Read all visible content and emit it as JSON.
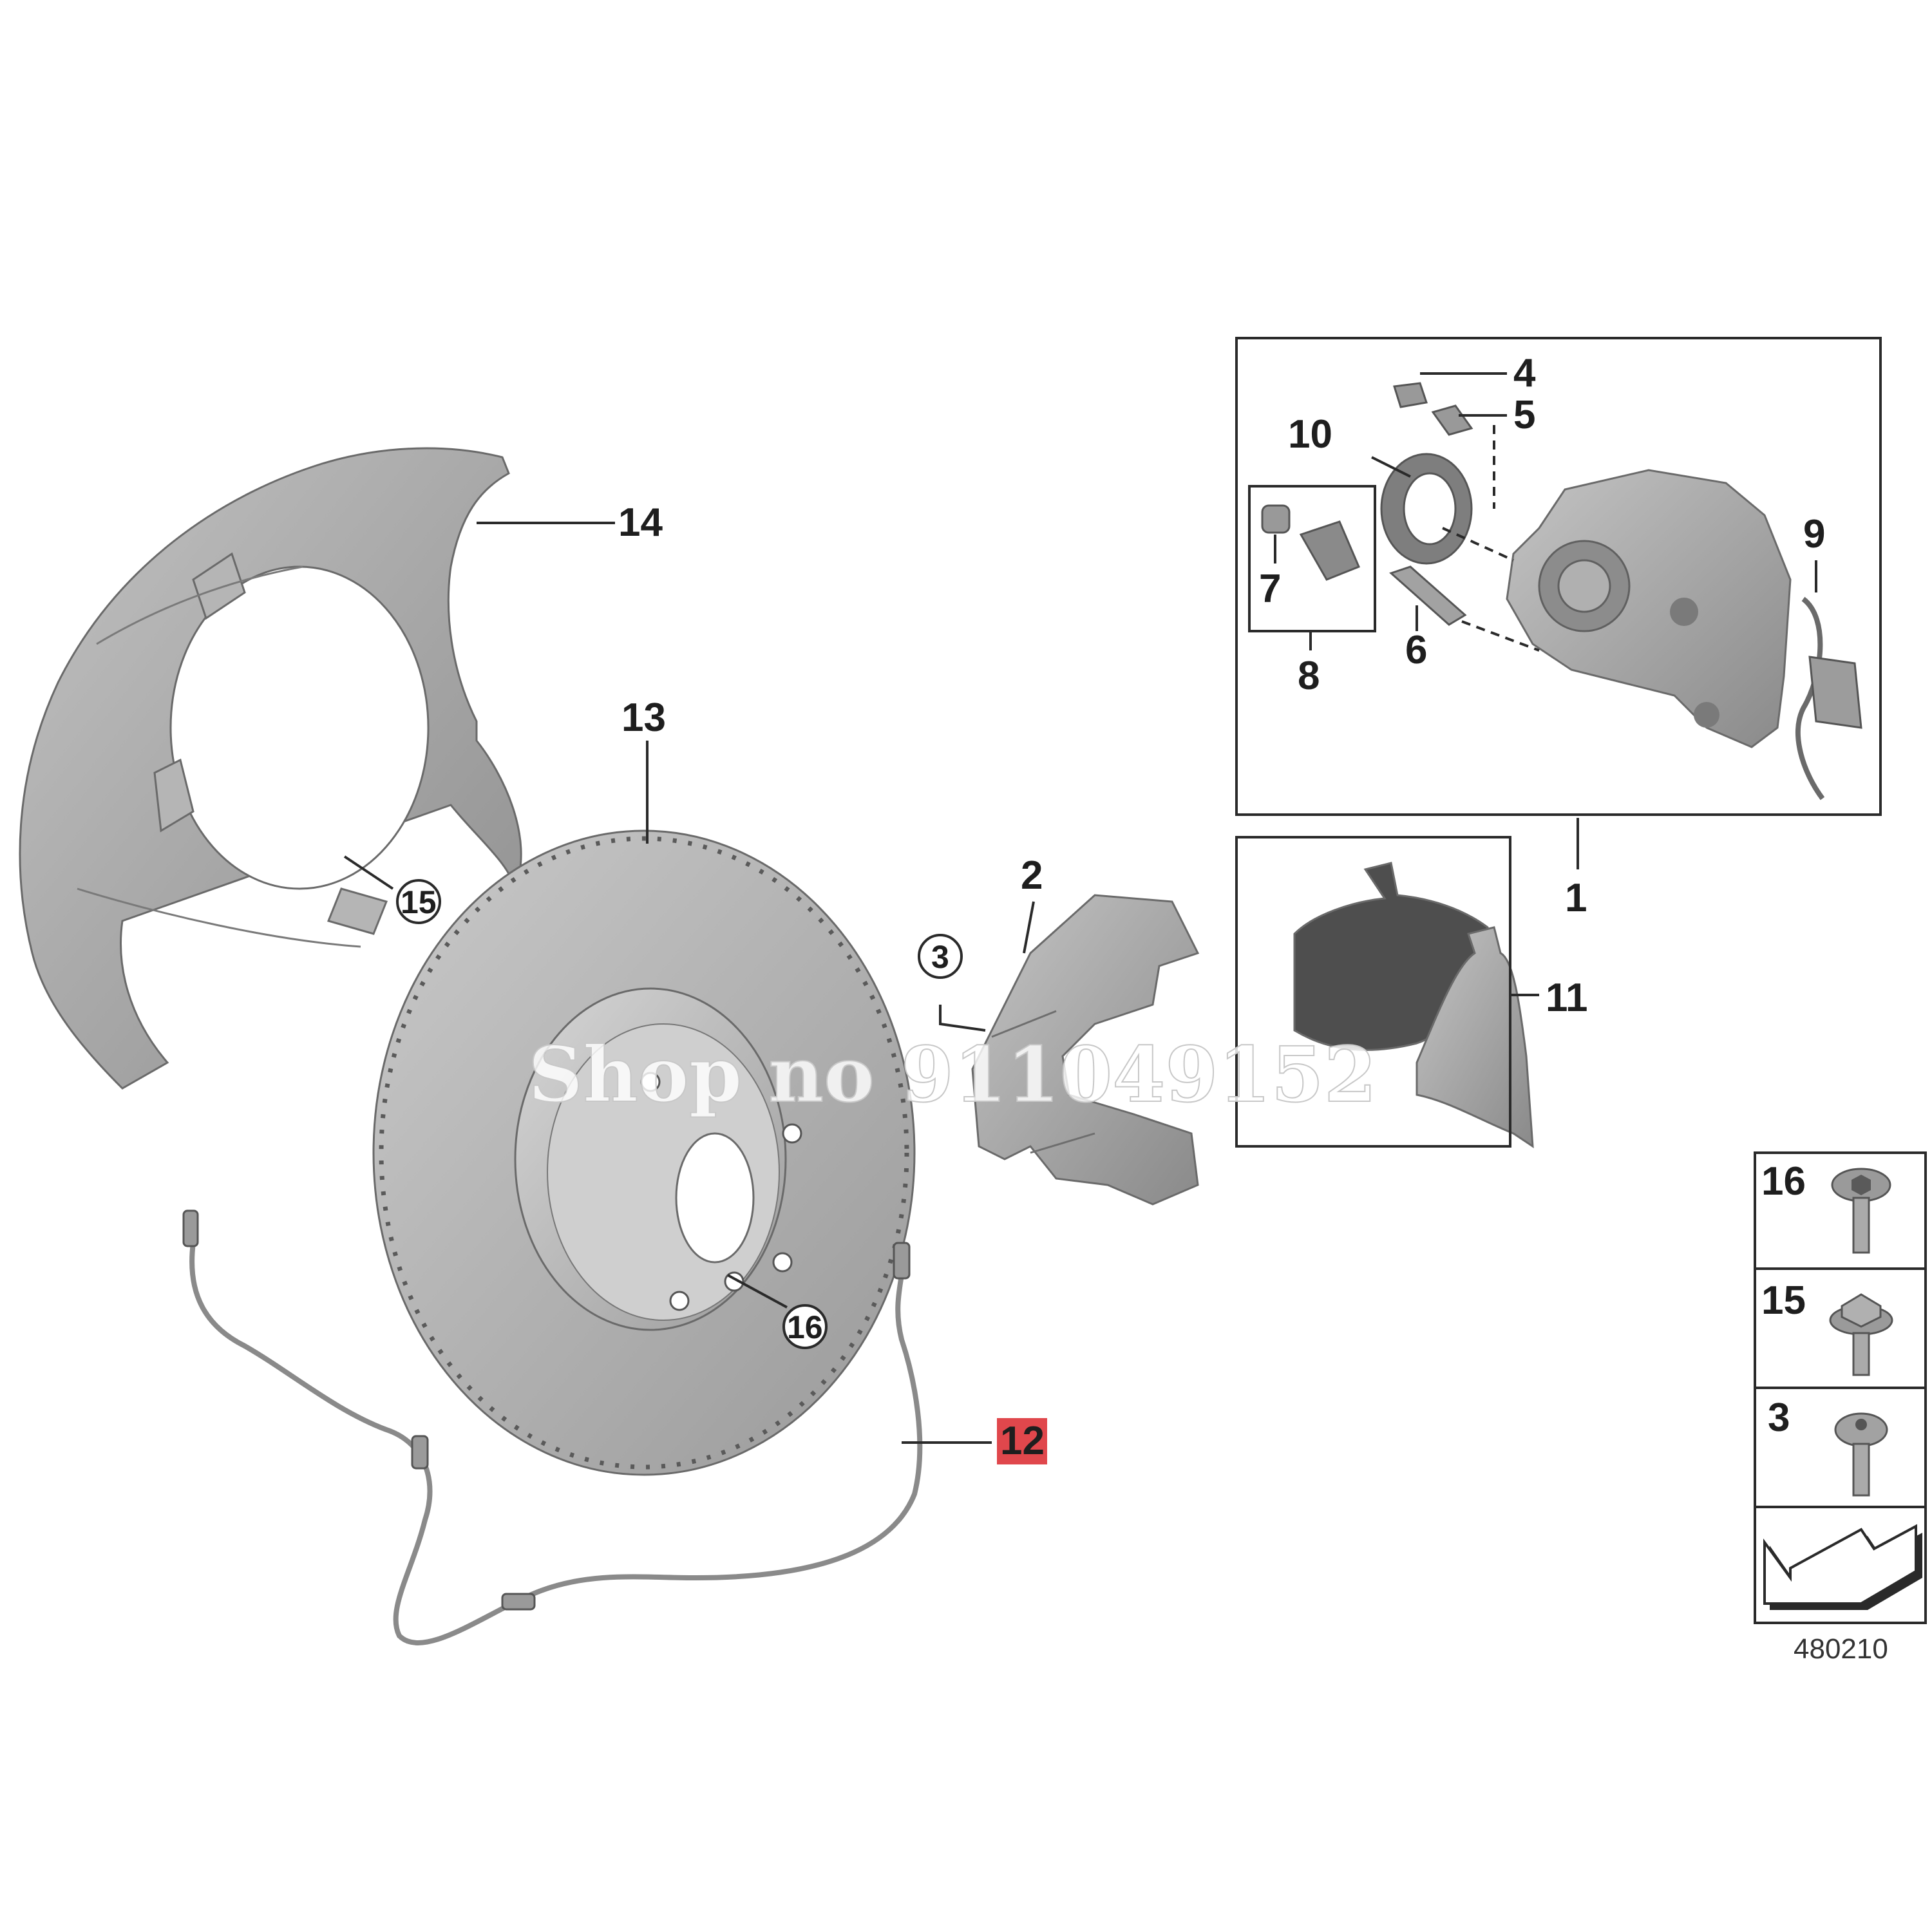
{
  "watermark": "Shop no 911049152",
  "diagram_number": "480210",
  "highlight_color": "#e0474c",
  "part_color": "#a6a6a6",
  "callouts": {
    "p1": "1",
    "p2": "2",
    "p3": "3",
    "p4": "4",
    "p5": "5",
    "p6": "6",
    "p7": "7",
    "p8": "8",
    "p9": "9",
    "p10": "10",
    "p11": "11",
    "p12": "12",
    "p13": "13",
    "p14": "14",
    "p15": "15",
    "p16": "16"
  },
  "fastener_legend": [
    {
      "number": "16",
      "icon": "flange-bolt-hex-socket-icon"
    },
    {
      "number": "15",
      "icon": "hex-flange-bolt-icon"
    },
    {
      "number": "3",
      "icon": "torx-bolt-icon"
    }
  ],
  "legend_arrow_icon": "orientation-arrow-icon"
}
